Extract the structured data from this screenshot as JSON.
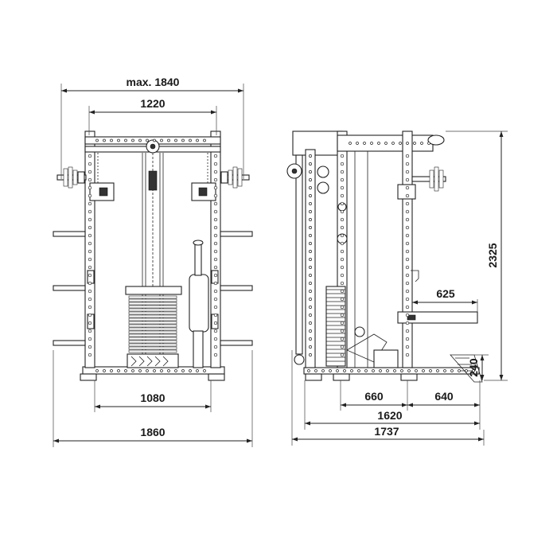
{
  "front_view": {
    "dim_max_width": "max. 1840",
    "dim_top_width": "1220",
    "dim_base_width": "1080",
    "dim_total_width": "1860"
  },
  "side_view": {
    "dim_height": "2325",
    "dim_arm_length": "625",
    "dim_step_height": "240",
    "dim_seg_660": "660",
    "dim_seg_640": "640",
    "dim_depth": "1620",
    "dim_total_depth": "1737"
  },
  "colors": {
    "line": "#222222",
    "background": "#ffffff"
  }
}
